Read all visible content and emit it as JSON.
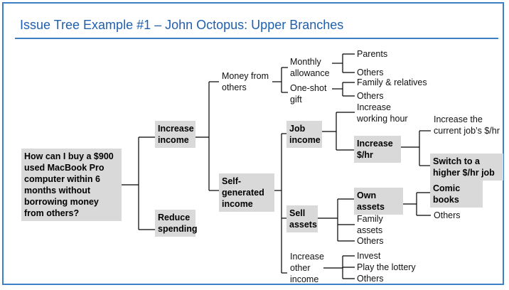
{
  "title": "Issue Tree Example #1 – John Octopus: Upper Branches",
  "root": "How can I buy a $900 used MacBook Pro computer within 6 months without borrowing money from others?",
  "level1": {
    "increase_income": "Increase income",
    "reduce_spending": "Reduce spending"
  },
  "level2": {
    "money_from_others": "Money from others",
    "self_generated": "Self-generated income"
  },
  "money_from_others": {
    "monthly_allowance": "Monthly allowance",
    "one_shot_gift": "One-shot gift",
    "monthly_children": [
      "Parents",
      "Others"
    ],
    "gift_children": [
      "Family & relatives",
      "Others"
    ]
  },
  "self_generated": {
    "job_income": "Job income",
    "sell_assets": "Sell assets",
    "increase_other_income": "Increase other income"
  },
  "job_income": {
    "increase_working_hour": "Increase working hour",
    "increase_rate": "Increase $/hr",
    "rate_children": [
      "Increase the current job’s $/hr",
      "Switch to a higher $/hr job"
    ]
  },
  "sell_assets": {
    "own_assets": "Own assets",
    "family_assets": "Family assets",
    "others": "Others",
    "own_children": [
      "Comic books",
      "Others"
    ]
  },
  "other_income": [
    "Invest",
    "Play the lottery",
    "Others"
  ]
}
